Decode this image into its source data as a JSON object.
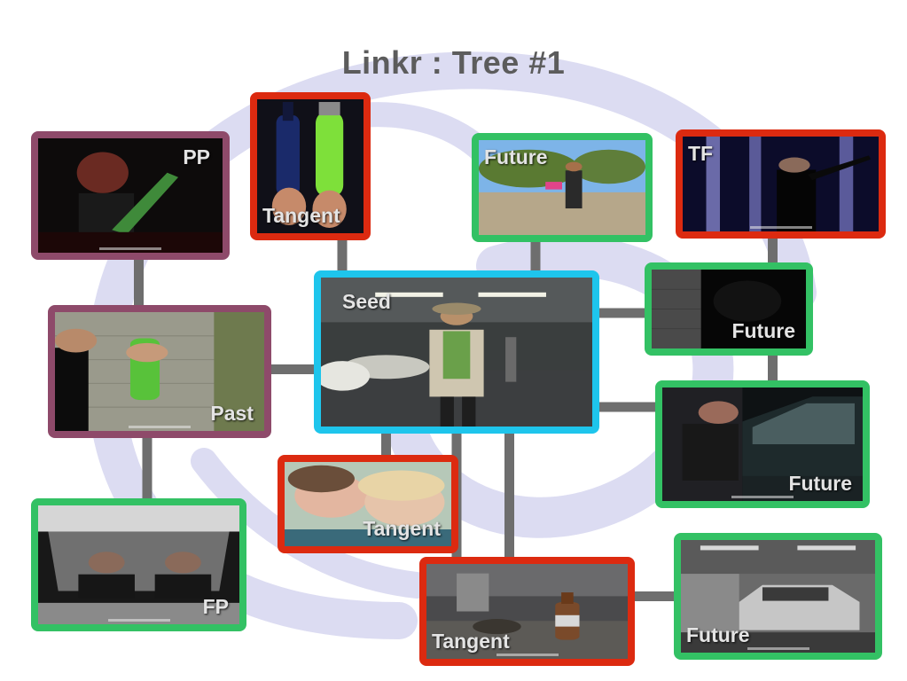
{
  "title": "Linkr : Tree #1",
  "colors": {
    "seed": "#1ec5ec",
    "past": "#8e4a6a",
    "tangent": "#dc2a10",
    "future": "#33c164",
    "edge": "#6e6e6e",
    "background_shape": "#dcdcf2",
    "title": "#5c5c5c"
  },
  "nodes": [
    {
      "id": "pp",
      "label": "PP",
      "kind": "past",
      "scene": "dark-green"
    },
    {
      "id": "tangent-bottles",
      "label": "Tangent",
      "kind": "tangent",
      "scene": "bottles"
    },
    {
      "id": "future-cemetery",
      "label": "Future",
      "kind": "future",
      "scene": "outdoor"
    },
    {
      "id": "tf",
      "label": "TF",
      "kind": "tangent",
      "scene": "curtain"
    },
    {
      "id": "past",
      "label": "Past",
      "kind": "past",
      "scene": "wall"
    },
    {
      "id": "seed",
      "label": "Seed",
      "kind": "seed",
      "scene": "carpark"
    },
    {
      "id": "future-dark",
      "label": "Future",
      "kind": "future",
      "scene": "dark"
    },
    {
      "id": "future-car",
      "label": "Future",
      "kind": "future",
      "scene": "car-dark"
    },
    {
      "id": "tangent-couple",
      "label": "Tangent",
      "kind": "tangent",
      "scene": "couple"
    },
    {
      "id": "fp",
      "label": "FP",
      "kind": "future",
      "scene": "van"
    },
    {
      "id": "tangent-bottle-floor",
      "label": "Tangent",
      "kind": "tangent",
      "scene": "garage"
    },
    {
      "id": "future-bw-car",
      "label": "Future",
      "kind": "future",
      "scene": "bw-car"
    }
  ],
  "edges": [
    {
      "from": "pp",
      "to": "past"
    },
    {
      "from": "past",
      "to": "seed"
    },
    {
      "from": "past",
      "to": "fp"
    },
    {
      "from": "tangent-bottles",
      "to": "seed"
    },
    {
      "from": "future-cemetery",
      "to": "seed"
    },
    {
      "from": "tf",
      "to": "future-car"
    },
    {
      "from": "seed",
      "to": "future-dark"
    },
    {
      "from": "seed",
      "to": "future-car"
    },
    {
      "from": "seed",
      "to": "tangent-couple"
    },
    {
      "from": "seed",
      "to": "tangent-bottle-floor"
    },
    {
      "from": "seed",
      "to": "future-bw-car"
    }
  ]
}
